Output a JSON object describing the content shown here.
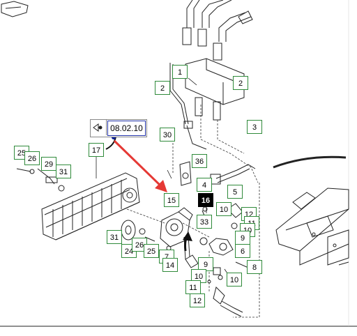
{
  "reference": {
    "code": "08.02.10",
    "nav_icon": "eye-arrow-icon"
  },
  "callouts": [
    "1",
    "2",
    "2",
    "3",
    "30",
    "17",
    "25",
    "26",
    "29",
    "31",
    "36",
    "4",
    "5",
    "15",
    "16",
    "10",
    "12",
    "11",
    "10",
    "9",
    "33",
    "31",
    "24",
    "26",
    "25",
    "7",
    "14",
    "6",
    "9",
    "8",
    "10",
    "11",
    "10",
    "12"
  ],
  "selected_callout": "16",
  "colors": {
    "callout_border": "#2f8a3a",
    "pointer_arrow": "#e53935",
    "drawing_line": "#222222"
  }
}
